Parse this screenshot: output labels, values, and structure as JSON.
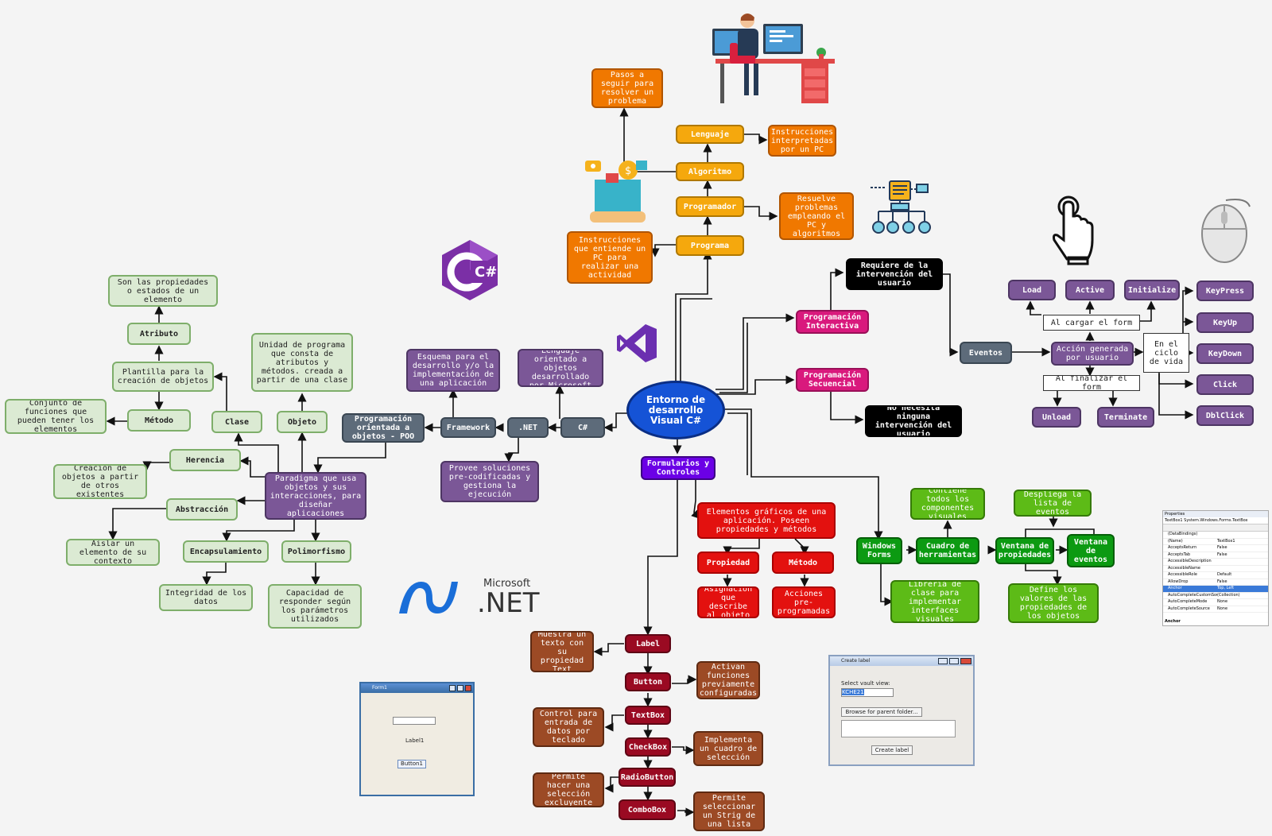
{
  "center": "Entorno de desarrollo Visual C#",
  "programming": {
    "programa": "Programa",
    "programa_desc": "Instrucciones que entiende un PC para realizar una actividad",
    "programador": "Programador",
    "programador_desc": "Resuelve problemas empleando el PC y algoritmos",
    "algoritmo": "Algoritmo",
    "algoritmo_desc": "Pasos a seguir para resolver un problema",
    "lenguaje": "Lenguaje",
    "lenguaje_desc": "Instrucciones interpretadas por un PC"
  },
  "interactive": {
    "title": "Programación Interactiva",
    "desc": "Requiere de la intervención del usuario",
    "eventos": "Eventos"
  },
  "sequential": {
    "title": "Programación Secuencial",
    "desc": "No necesita ninguna intervención del usuario"
  },
  "events": {
    "load": "Load",
    "active": "Active",
    "initialize": "Initialize",
    "al_cargar": "Al cargar el form",
    "accion": "Acción generada por usuario",
    "ciclo": "En el ciclo de vida",
    "al_finalizar": "Al finalizar el form",
    "unload": "Unload",
    "terminate": "Terminate",
    "keypress": "KeyPress",
    "keyup": "KeyUp",
    "keydown": "KeyDown",
    "click": "Click",
    "dblclick": "DblClick"
  },
  "dotnet": {
    "csharp": "C#",
    "csharp_desc": "Lenguaje orientado a objetos desarrollado por Microsoft",
    "net": ".NET",
    "net_desc": "Provee soluciones pre-codificadas y gestiona la ejecución",
    "framework": "Framework",
    "framework_desc": "Esquema para el desarrollo y/o la implementación de una aplicación",
    "poo": "Programación orientada a objetos - POO",
    "paradigma": "Paradigma que usa objetos y sus interacciones, para diseñar aplicaciones"
  },
  "poo": {
    "objeto": "Objeto",
    "objeto_desc": "Unidad de programa que consta de atributos y métodos. creada a partir de una clase",
    "clase": "Clase",
    "plantilla": "Plantilla para la creación de objetos",
    "atributo": "Atributo",
    "atributo_desc": "Son las propiedades o estados de un elemento",
    "metodo": "Método",
    "metodo_desc": "Conjunto de funciones que pueden tener los elementos",
    "herencia": "Herencia",
    "herencia_desc": "Creación de objetos a partir de otros existentes",
    "abstraccion": "Abstracción",
    "abstraccion_desc": "Aislar un elemento de su contexto",
    "encapsulamiento": "Encapsulamiento",
    "encapsulamiento_desc": "Integridad de los datos",
    "polimorfismo": "Polimorfismo",
    "polimorfismo_desc": "Capacidad de responder según los parámetros utilizados"
  },
  "forms": {
    "title": "Formularios y Controles",
    "elementos": "Elementos gráficos de una aplicación. Poseen propiedades y métodos",
    "propiedad": "Propiedad",
    "propiedad_desc": "Asignación que describe al objeto",
    "metodo": "Método",
    "metodo_desc": "Acciones pre-programadas"
  },
  "controls": {
    "label": "Label",
    "label_desc": "Muestra un texto con su propiedad Text",
    "button": "Button",
    "button_desc": "Activan funciones previamente configuradas",
    "textbox": "TextBox",
    "textbox_desc": "Control para entrada de datos por teclado",
    "checkbox": "CheckBox",
    "checkbox_desc": "Implementa un cuadro de selección",
    "radiobutton": "RadioButton",
    "radiobutton_desc": "Permite hacer una selección excluyente",
    "combobox": "ComboBox",
    "combobox_desc": "Permite seleccionar un Strig de una lista"
  },
  "winforms": {
    "title": "Windows Forms",
    "cuadro": "Cuadro de herramientas",
    "cuadro_desc": "Contiene todos los componentes visuales",
    "libreria": "Libreria de clase para implementar interfaces visuales",
    "ventana_prop": "Ventana de propiedades",
    "ventana_prop_desc": "Define los valores de las propiedades de los objetos",
    "ventana_ev": "Ventana de eventos",
    "ventana_ev_desc": "Despliega la lista de eventos"
  },
  "logos": {
    "csharp": "C#",
    "ms": "Microsoft",
    "net": ".NET"
  },
  "screenshots": {
    "form1_title": "Form1",
    "form1_label": "Label1",
    "form1_button": "Button1",
    "dlg_title": "Create label",
    "dlg_select": "Select vault view:",
    "dlg_value": "KCHE21",
    "dlg_browse": "Browse for parent folder...",
    "dlg_create": "Create label",
    "props_title": "Properties",
    "props_obj": "TextBox1 System.Windows.Forms.TextBox",
    "props_rows": [
      "(DataBindings)",
      "(Name)",
      "AcceptsReturn",
      "AcceptsTab",
      "AccessibleDescription",
      "AccessibleName",
      "AccessibleRole",
      "AllowDrop",
      "Anchor",
      "AutoCompleteCustomSou",
      "AutoCompleteMode",
      "AutoCompleteSource"
    ],
    "props_vals": [
      "",
      "TextBox1",
      "False",
      "False",
      "",
      "",
      "Default",
      "False",
      "Top, Left",
      "(Collection)",
      "None",
      "None"
    ],
    "props_footer": "Anchor"
  },
  "colors": {
    "orange": "#f07800",
    "yellow": "#f5a80d",
    "pink": "#d9197d",
    "purple": "#7b5797",
    "green": "#0c9a12",
    "lime": "#5dbb17",
    "red": "#e3110f",
    "maroon": "#9a0a22",
    "brown": "#9c4a25",
    "violet": "#6b00e6",
    "blue": "#1553d6"
  }
}
